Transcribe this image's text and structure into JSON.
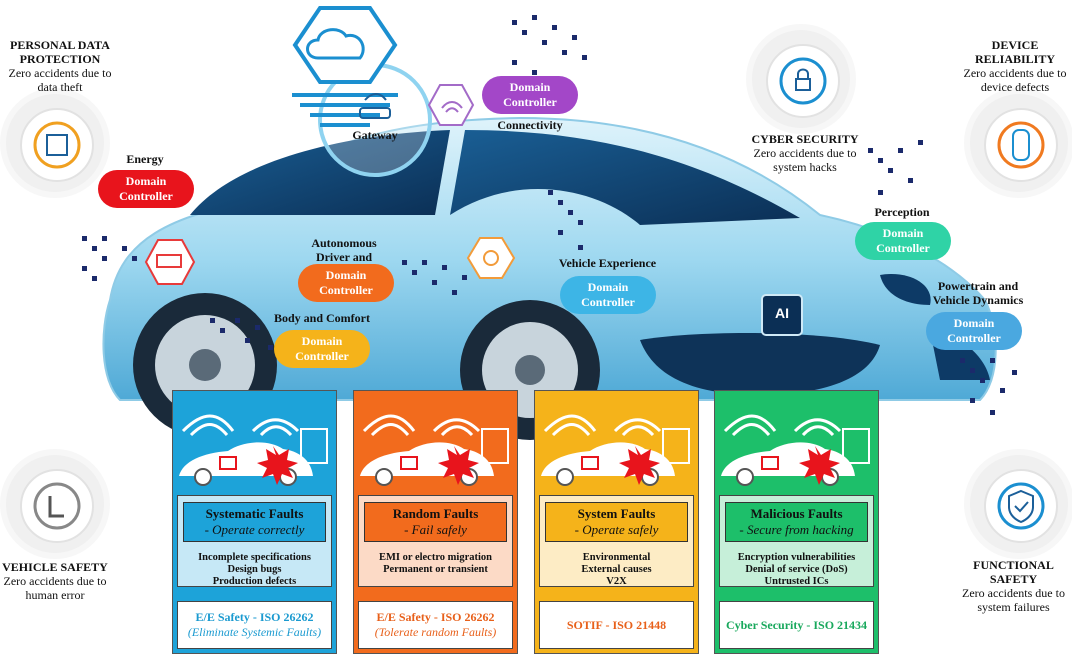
{
  "corners": {
    "personal_data": {
      "title": "PERSONAL DATA PROTECTION",
      "subtitle": "Zero accidents due to data theft",
      "icon": "data-chip-icon"
    },
    "device_reliability": {
      "title": "DEVICE RELIABILITY",
      "subtitle": "Zero accidents due to device defects",
      "icon": "car-sensors-icon"
    },
    "cyber_security": {
      "title": "CYBER SECURITY",
      "subtitle": "Zero accidents due to system hacks",
      "icon": "lock-shield-icon"
    },
    "vehicle_safety": {
      "title": "VEHICLE SAFETY",
      "subtitle": "Zero accidents due to human error",
      "icon": "driver-seat-icon"
    },
    "functional_safety": {
      "title": "FUNCTIONAL SAFETY",
      "subtitle": "Zero accidents due to system failures",
      "icon": "check-shield-icon"
    }
  },
  "controllers": {
    "pill_text_1": "Domain",
    "pill_text_2": "Controller",
    "energy": {
      "label": "Energy",
      "color": "#e8141c"
    },
    "connectivity": {
      "label": "Connectivity",
      "color": "#a347c8"
    },
    "autonomous": {
      "label": "Autonomous Driver and Cognition",
      "color": "#f26b1d"
    },
    "body": {
      "label": "Body and Comfort",
      "color": "#f5b31a"
    },
    "vehicle_experience": {
      "label": "Vehicle Experience",
      "color": "#3db5e6"
    },
    "perception": {
      "label": "Perception",
      "color": "#2fd3a6"
    },
    "powertrain": {
      "label": "Powertrain and Vehicle Dynamics",
      "color": "#4aa8e0"
    }
  },
  "gateway": {
    "label": "Gateway"
  },
  "ai_chip": {
    "label": "AI"
  },
  "panels": [
    {
      "title": "Systematic Faults",
      "subtitle": "- Operate correctly",
      "causes": [
        "Incomplete specifications",
        "Design bugs",
        "Production defects"
      ],
      "standard": "E/E Safety - ISO 26262",
      "standard_note": "(Eliminate Systemic Faults)",
      "color": "#1da3d9",
      "std_color": "#1a9ad0"
    },
    {
      "title": "Random Faults",
      "subtitle": "- Fail safely",
      "causes": [
        "EMI or electro migration",
        "Permanent or transient"
      ],
      "standard": "E/E Safety - ISO 26262",
      "standard_note": "(Tolerate random Faults)",
      "color": "#f26b1d",
      "std_color": "#e8601a"
    },
    {
      "title": "System Faults",
      "subtitle": "- Operate safely",
      "causes": [
        "Environmental",
        "External causes",
        "V2X"
      ],
      "standard": "SOTIF - ISO 21448",
      "standard_note": "",
      "color": "#f5b31a",
      "std_color": "#e8601a"
    },
    {
      "title": "Malicious Faults",
      "subtitle": "- Secure from hacking",
      "causes": [
        "Encryption vulnerabilities",
        "Denial of service (DoS)",
        "Untrusted ICs"
      ],
      "standard": "Cyber Security - ISO 21434",
      "standard_note": "",
      "color": "#1dbf6a",
      "std_color": "#18a85c"
    }
  ]
}
